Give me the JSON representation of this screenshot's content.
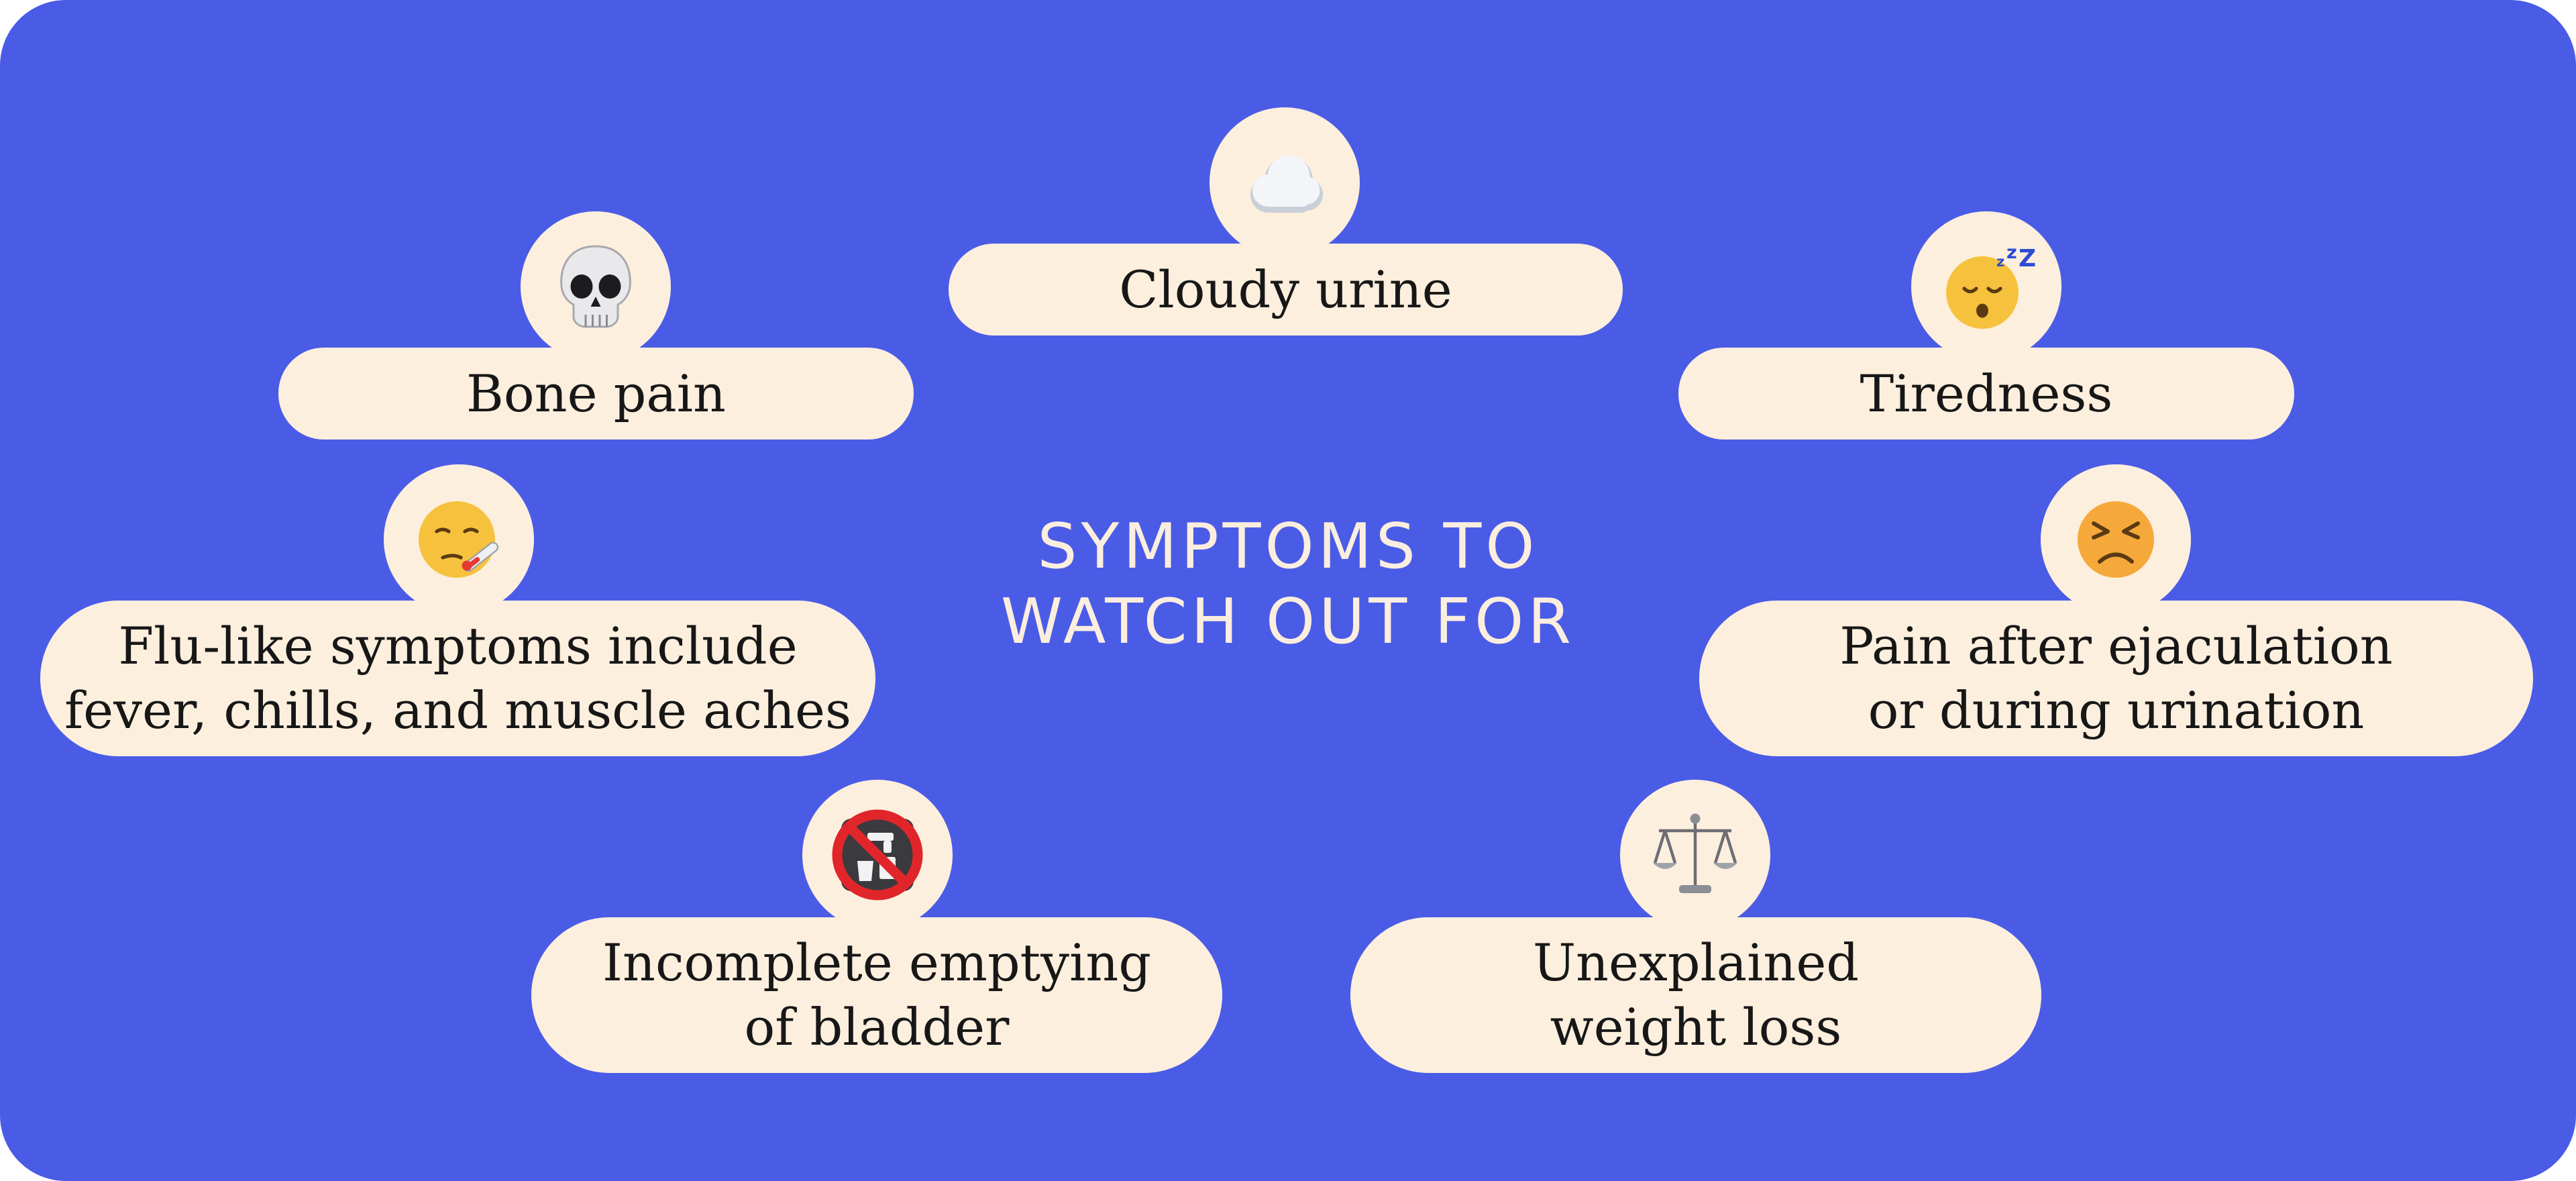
{
  "title": {
    "line1": "SYMPTOMS TO",
    "line2": "WATCH OUT FOR"
  },
  "colors": {
    "background": "#4a5ce6",
    "card": "#fdefde",
    "title_text": "#fbeede",
    "card_text": "#171717"
  },
  "symptoms": [
    {
      "icon": "cloud-icon",
      "lines": [
        "Cloudy urine"
      ]
    },
    {
      "icon": "skull-icon",
      "lines": [
        "Bone pain"
      ]
    },
    {
      "icon": "sleeping-face-icon",
      "lines": [
        "Tiredness"
      ]
    },
    {
      "icon": "face-with-thermometer-icon",
      "lines": [
        "Flu-like symptoms include",
        "fever, chills, and muscle aches"
      ]
    },
    {
      "icon": "persevering-face-icon",
      "lines": [
        "Pain after ejaculation",
        "or during urination"
      ]
    },
    {
      "icon": "non-potable-water-icon",
      "lines": [
        "Incomplete emptying",
        "of bladder"
      ]
    },
    {
      "icon": "balance-scale-icon",
      "lines": [
        "Unexplained",
        "weight loss"
      ]
    }
  ]
}
